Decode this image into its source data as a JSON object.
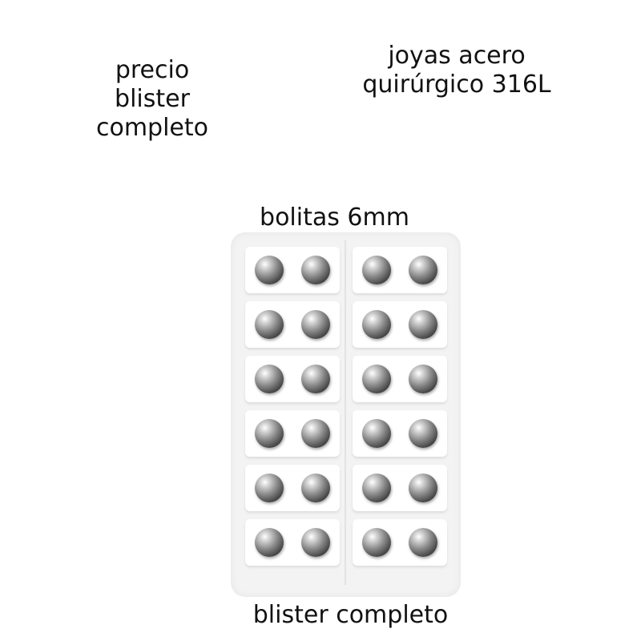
{
  "captions": {
    "price": "precio\nblister\ncompleto",
    "steel": "joyas acero\nquirúrgico 316L",
    "size": "bolitas 6mm",
    "full": "blister completo"
  },
  "product": {
    "rows": 6,
    "pairs_per_row": 2
  }
}
